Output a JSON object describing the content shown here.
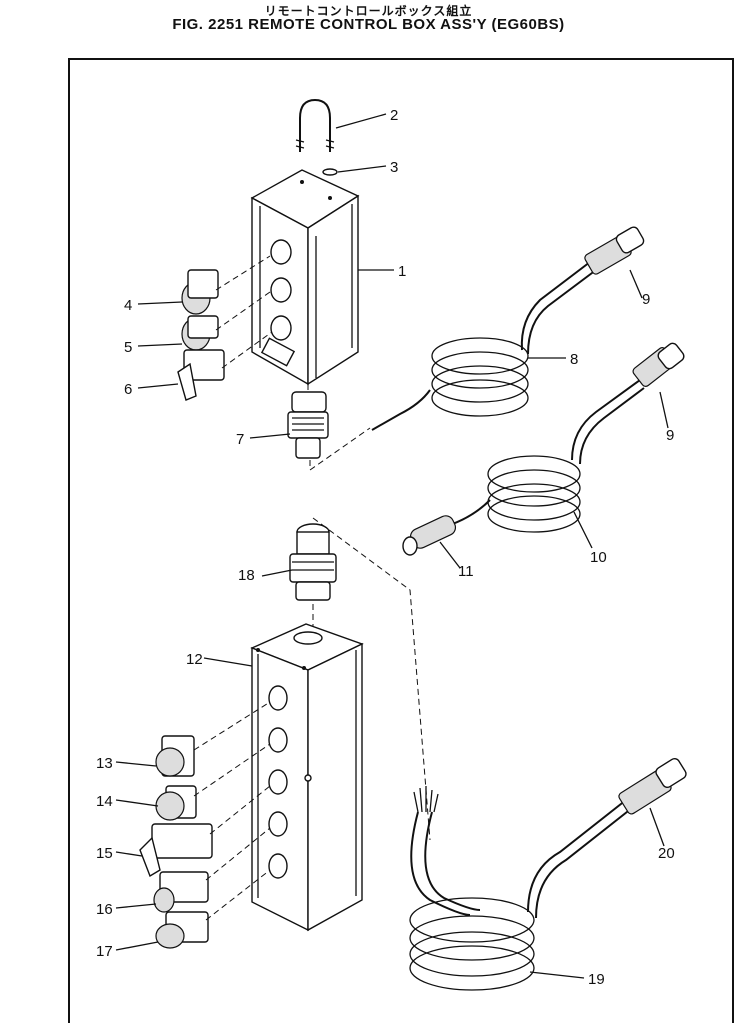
{
  "header": {
    "title_jp": "リモートコントロールボックス組立",
    "title_en": "FIG. 2251  REMOTE CONTROL BOX ASS'Y (EG60BS)"
  },
  "callouts": [
    {
      "id": "2",
      "label": "2"
    },
    {
      "id": "3",
      "label": "3"
    },
    {
      "id": "1",
      "label": "1"
    },
    {
      "id": "4",
      "label": "4"
    },
    {
      "id": "5",
      "label": "5"
    },
    {
      "id": "6",
      "label": "6"
    },
    {
      "id": "7",
      "label": "7"
    },
    {
      "id": "8",
      "label": "8"
    },
    {
      "id": "9a",
      "label": "9"
    },
    {
      "id": "9b",
      "label": "9"
    },
    {
      "id": "10",
      "label": "10"
    },
    {
      "id": "11",
      "label": "11"
    },
    {
      "id": "12",
      "label": "12"
    },
    {
      "id": "13",
      "label": "13"
    },
    {
      "id": "14",
      "label": "14"
    },
    {
      "id": "15",
      "label": "15"
    },
    {
      "id": "16",
      "label": "16"
    },
    {
      "id": "17",
      "label": "17"
    },
    {
      "id": "18",
      "label": "18"
    },
    {
      "id": "19",
      "label": "19"
    },
    {
      "id": "20",
      "label": "20"
    }
  ]
}
